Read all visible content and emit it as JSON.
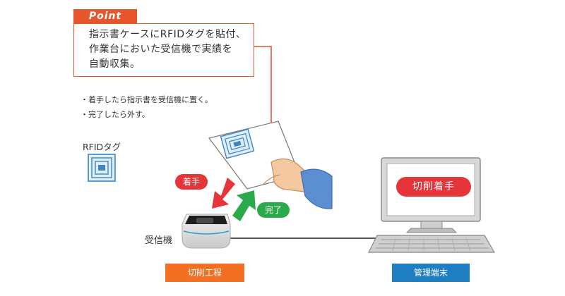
{
  "point": {
    "tab_label": "Point",
    "lines": [
      "指示書ケースにRFIDタグを貼付、",
      "作業台においた受信機で実績を",
      "自動収集。"
    ]
  },
  "bullets": [
    "・着手したら指示書を受信機に置く。",
    "・完了したら外す。"
  ],
  "rfid_label": "RFIDタグ",
  "arrows": {
    "start_label": "着手",
    "done_label": "完了"
  },
  "receiver_label": "受信機",
  "screen_text": "切削着手",
  "footer": {
    "left_label": "切削工程",
    "right_label": "管理端末"
  },
  "colors": {
    "accent_orange": "#e8542c",
    "start_red": "#e5343a",
    "done_green": "#2aaa4b",
    "process_orange": "#f36f21",
    "terminal_blue": "#1f7ec1",
    "tag_blue": "#3a86c8"
  }
}
